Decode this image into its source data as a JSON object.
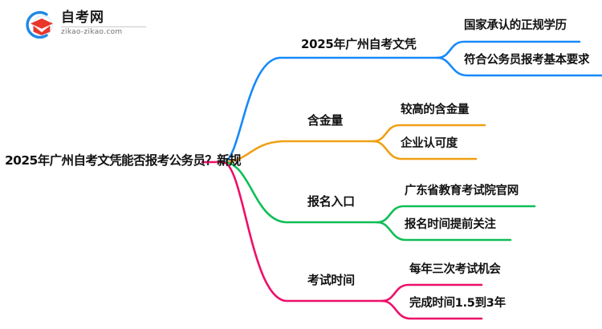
{
  "logo": {
    "title": "自考网",
    "subtitle": "zikao-zikao.com",
    "mark_name": "graduation-cap-logo",
    "arc_color": "#1E88E5",
    "cap_color": "#E8362A"
  },
  "mindmap": {
    "root": {
      "label": "2025年广州自考文凭能否报考公务员？新规"
    },
    "branches": [
      {
        "id": "branch-diploma",
        "topic": "2025年广州自考文凭",
        "color": "#1789FA",
        "children": [
          {
            "label": "国家承认的正规学历"
          },
          {
            "label": "符合公务员报考基本要求"
          }
        ]
      },
      {
        "id": "branch-value",
        "topic": "含金量",
        "color": "#EFA014",
        "children": [
          {
            "label": "较高的含金量"
          },
          {
            "label": "企业认可度"
          }
        ]
      },
      {
        "id": "branch-entry",
        "topic": "报名入口",
        "color": "#0FBE56",
        "children": [
          {
            "label": "广东省教育考试院官网"
          },
          {
            "label": "报名时间提前关注"
          }
        ]
      },
      {
        "id": "branch-schedule",
        "topic": "考试时间",
        "color": "#ED0F69",
        "children": [
          {
            "label": "每年三次考试机会"
          },
          {
            "label": "完成时间1.5到3年"
          }
        ]
      }
    ]
  }
}
